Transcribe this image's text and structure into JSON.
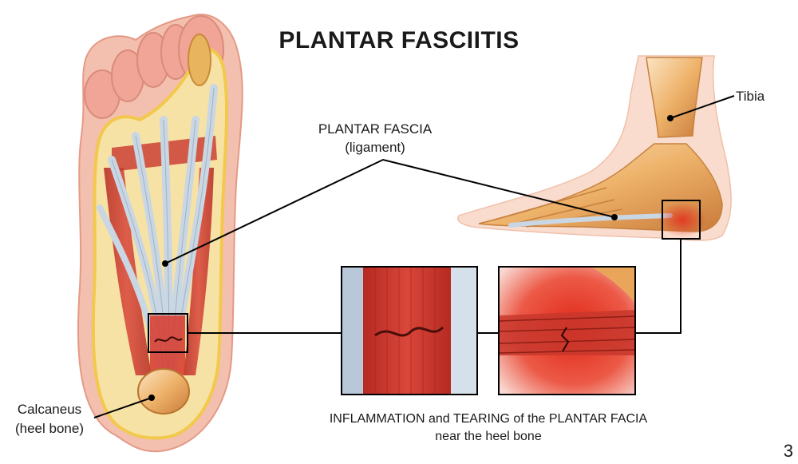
{
  "title": "PLANTAR FASCIITIS",
  "labels": {
    "plantar_fascia_line1": "PLANTAR FASCIA",
    "plantar_fascia_line2": "(ligament)",
    "tibia": "Tibia",
    "calcaneus_line1": "Calcaneus",
    "calcaneus_line2": "(heel bone)"
  },
  "caption": {
    "line1": "INFLAMMATION and TEARING of the PLANTAR FACIA",
    "line2": "near the heel bone"
  },
  "page_number": "3",
  "colors": {
    "skin": "#f4c4b0",
    "fat_yellow": "#f2c94c",
    "muscle_red": "#c8372d",
    "tendon_blue": "#c9d6e3",
    "bone_tan": "#e9a65a",
    "inflammation": "#e53222",
    "line": "#000000"
  }
}
